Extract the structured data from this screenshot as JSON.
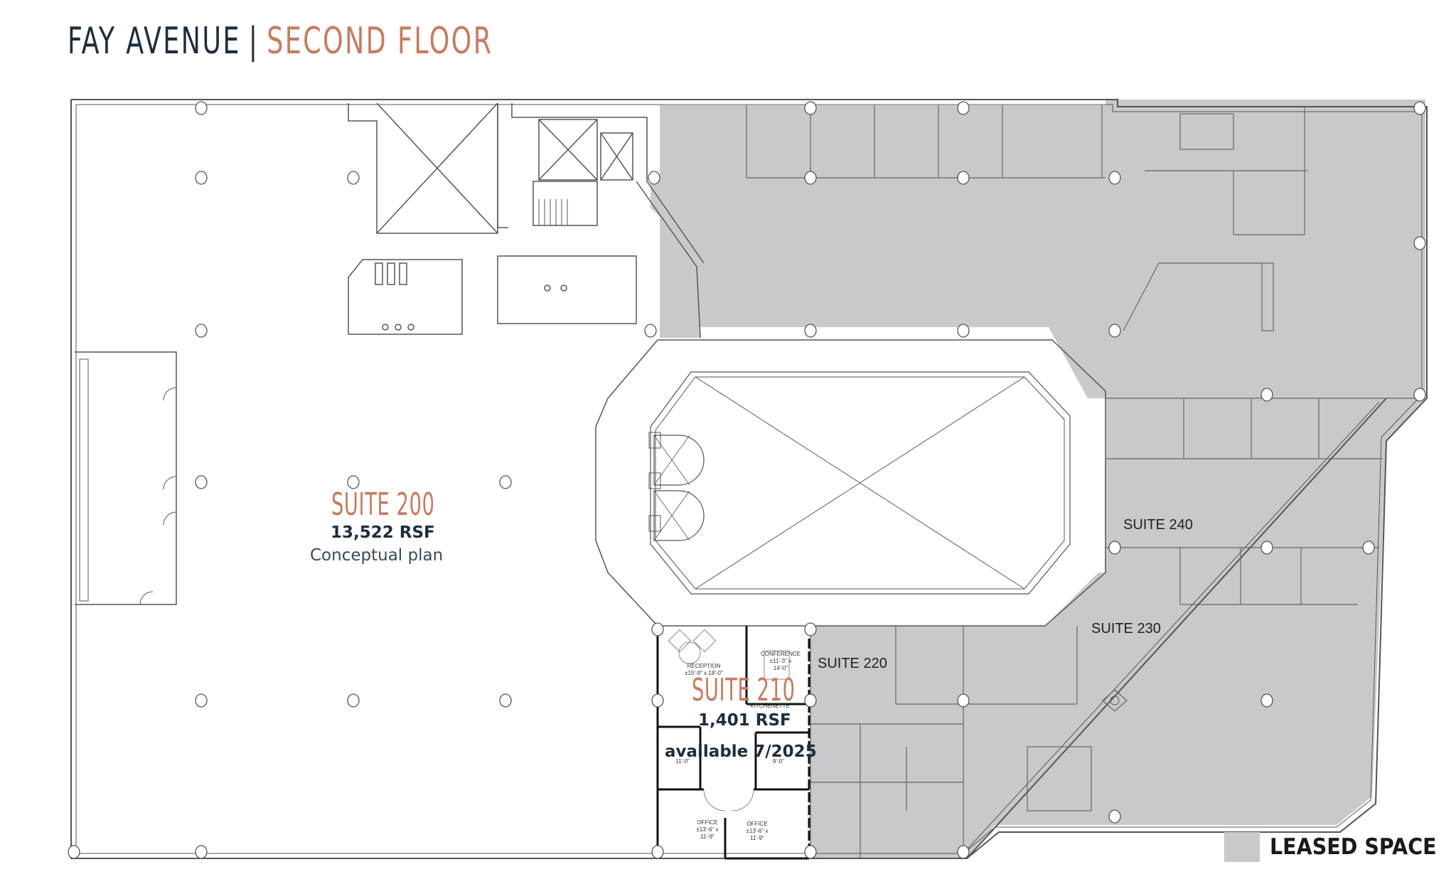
{
  "header": {
    "building": "FAY AVENUE",
    "separator": "|",
    "floor": "SECOND FLOOR"
  },
  "colors": {
    "navy": "#1b2e3f",
    "accent": "#c97a5c",
    "leased_gray": "#c8c9cb",
    "wall": "#555555"
  },
  "suites": {
    "s200": {
      "name": "SUITE 200",
      "rsf": "13,522 RSF",
      "note": "Conceptual plan"
    },
    "s210": {
      "name": "SUITE 210",
      "rsf": "1,401 RSF",
      "note": "available 7/2025"
    },
    "s220": {
      "name": "SUITE 220"
    },
    "s230": {
      "name": "SUITE 230"
    },
    "s240": {
      "name": "SUITE 240"
    }
  },
  "rooms": {
    "reception": {
      "name": "RECEPTION",
      "size": "±15'-9\" x 18'-0\""
    },
    "conference": {
      "name": "CONFERENCE",
      "size1": "±11'-3\" x",
      "size2": "14'-0\""
    },
    "kitchenette": {
      "name": "KITCHENETTE"
    },
    "office_w": {
      "size": "11'-0\""
    },
    "office_e": {
      "size": "9'-0\""
    },
    "office_sw": {
      "name": "OFFICE",
      "size1": "±13'-6\" x",
      "size2": "11'-9\""
    },
    "office_se": {
      "name": "OFFICE",
      "size1": "±13'-6\" x",
      "size2": "11'-9\""
    }
  },
  "legend": {
    "leased_label": "LEASED SPACE"
  }
}
